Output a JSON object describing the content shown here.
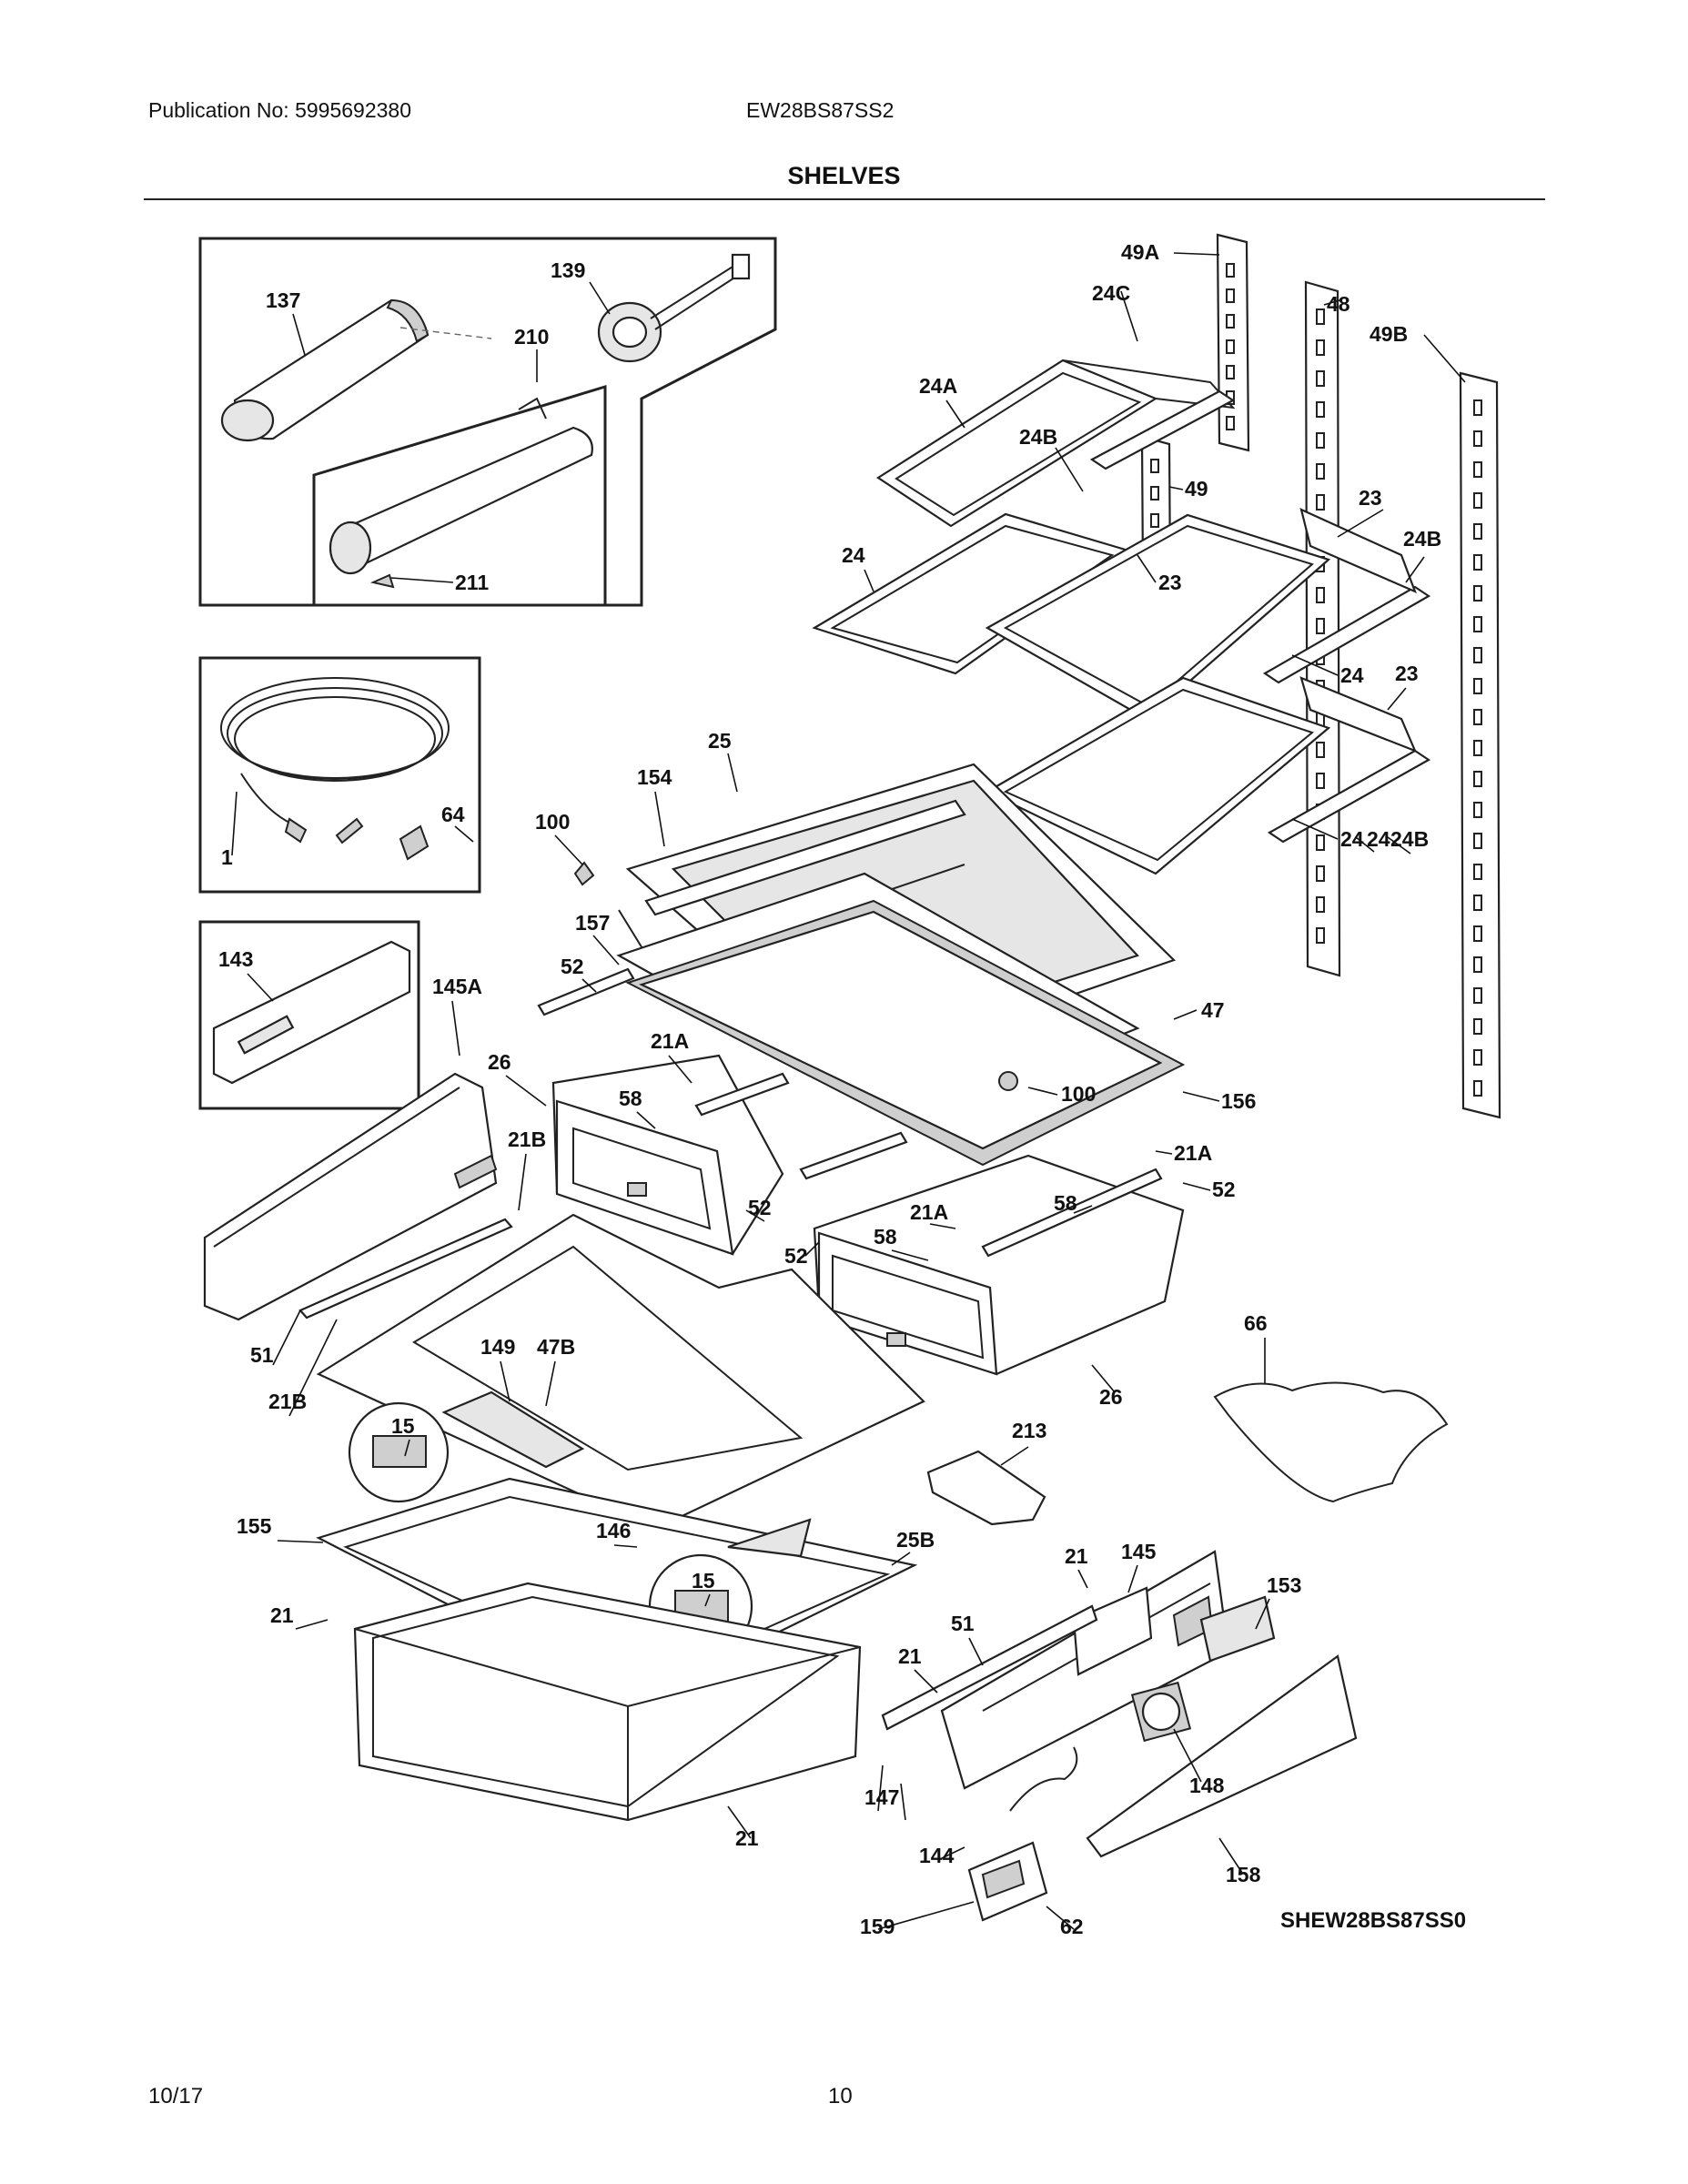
{
  "header": {
    "publication": "Publication No: 5995692380",
    "model": "EW28BS87SS2",
    "title": "SHELVES"
  },
  "diagram": {
    "code": "SHEW28BS87SS0",
    "labels": [
      "49A",
      "48",
      "24C",
      "49B",
      "139",
      "137",
      "210",
      "24A",
      "24B",
      "49",
      "23",
      "24B",
      "24",
      "23",
      "211",
      "24",
      "23",
      "24",
      "25",
      "154",
      "64",
      "1",
      "100",
      "157",
      "24",
      "24B",
      "143",
      "52",
      "145A",
      "47",
      "26",
      "21A",
      "58",
      "100",
      "156",
      "21B",
      "21A",
      "52",
      "58",
      "52",
      "21A",
      "58",
      "52",
      "66",
      "51",
      "149",
      "47B",
      "21B",
      "26",
      "15",
      "213",
      "155",
      "146",
      "25B",
      "21",
      "145",
      "15",
      "153",
      "21",
      "51",
      "21",
      "147",
      "148",
      "144",
      "158",
      "159",
      "62",
      "21"
    ]
  },
  "footer": {
    "date": "10/17",
    "page": "10"
  }
}
